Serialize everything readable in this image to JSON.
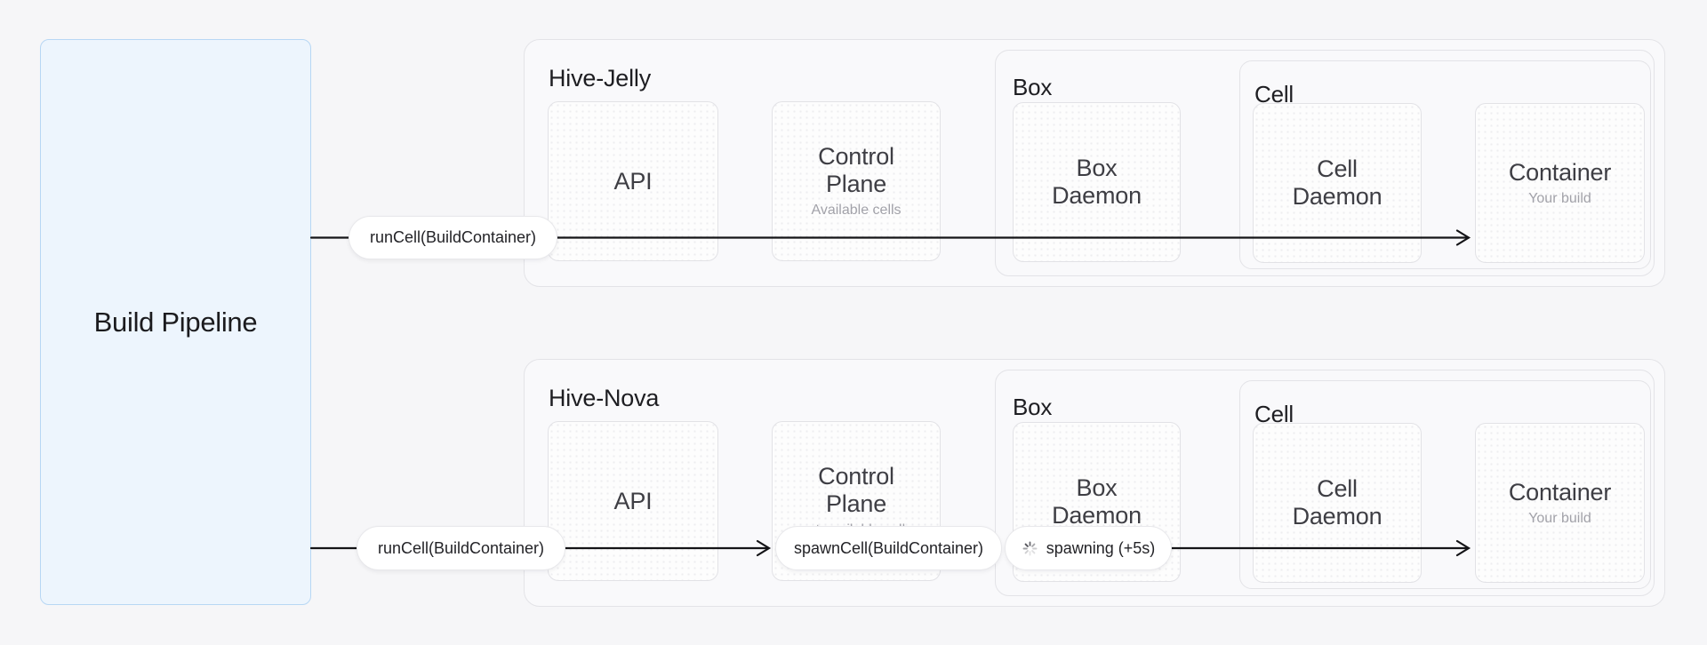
{
  "panel": {
    "label": "Build Pipeline"
  },
  "rows": [
    {
      "hive_title": "Hive-Jelly",
      "api_label": "API",
      "control_plane_title": "Control Plane",
      "control_plane_subtitle": "Available cells",
      "box_title": "Box",
      "box_daemon_label": "Box Daemon",
      "cell_title": "Cell",
      "cell_daemon_label": "Cell Daemon",
      "container_title": "Container",
      "container_subtitle": "Your build",
      "run_pill_label": "runCell(BuildContainer)"
    },
    {
      "hive_title": "Hive-Nova",
      "api_label": "API",
      "control_plane_title": "Control Plane",
      "control_plane_subtitle": "not available cells",
      "box_title": "Box",
      "box_daemon_label": "Box Daemon",
      "cell_title": "Cell",
      "cell_daemon_label": "Cell Daemon",
      "container_title": "Container",
      "container_subtitle": "Your build",
      "run_pill_label": "runCell(BuildContainer)",
      "spawn_pill_label": "spawnCell(BuildContainer)",
      "status_pill": {
        "icon": "spinner-icon",
        "label": "spawning (+5s)"
      }
    }
  ],
  "colors": {
    "page_bg": "#f6f6f8",
    "panel_bg": "#edf5fd",
    "panel_border": "#b7d7f4",
    "container_bg": "#f9f9fb",
    "container_border": "#e3e3e7",
    "node_bg": "#fdfdfd",
    "arrow": "#141417",
    "title_text": "#1e1e22",
    "node_text": "#3e3e44",
    "muted_text": "#a2a2a9"
  }
}
